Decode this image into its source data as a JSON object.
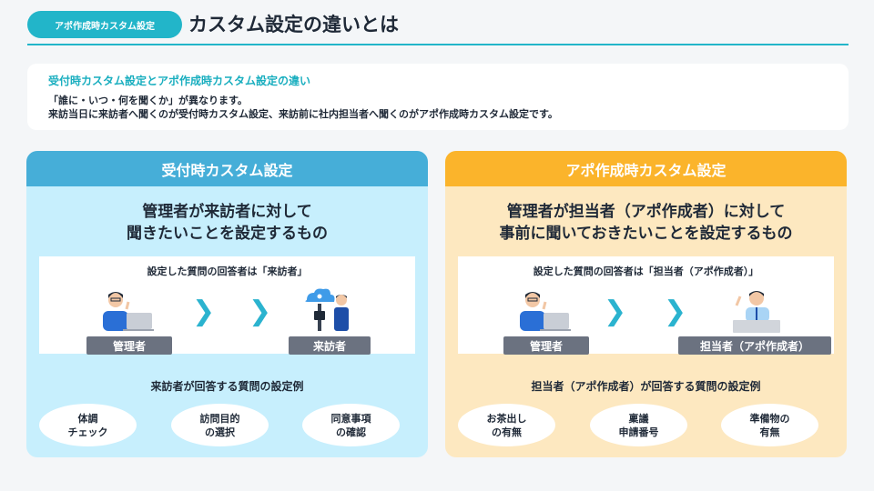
{
  "header": {
    "badge": "アポ作成時カスタム設定",
    "title": "カスタム設定の違いとは"
  },
  "intro": {
    "title": "受付時カスタム設定とアポ作成時カスタム設定の違い",
    "line1": "「誰に・いつ・何を聞くか」が異なります。",
    "line2": "来訪当日に来訪者へ聞くのが受付時カスタム設定、来訪前に社内担当者へ聞くのがアポ作成時カスタム設定です。"
  },
  "left_panel": {
    "heading": "受付時カスタム設定",
    "lead1": "管理者が来訪者に対して",
    "lead2": "聞きたいことを設定するもの",
    "respondent_label": "設定した質問の回答者は「来訪者」",
    "from_tag": "管理者",
    "to_tag": "来訪者",
    "example_label": "来訪者が回答する質問の設定例",
    "examples": [
      "体調\nチェック",
      "訪問目的\nの選択",
      "同意事項\nの確認"
    ]
  },
  "right_panel": {
    "heading": "アポ作成時カスタム設定",
    "lead1": "管理者が担当者（アポ作成者）に対して",
    "lead2": "事前に聞いておきたいことを設定するもの",
    "respondent_label": "設定した質問の回答者は「担当者（アポ作成者）」",
    "from_tag": "管理者",
    "to_tag": "担当者（アポ作成者）",
    "example_label": "担当者（アポ作成者）が回答する質問の設定例",
    "examples": [
      "お茶出し\nの有無",
      "稟議\n申請番号",
      "準備物の\n有無"
    ]
  },
  "colors": {
    "accent": "#22b5c9",
    "left_header": "#46aed8",
    "left_bg": "#c7effd",
    "right_header": "#fbb42b",
    "right_bg": "#fde8c0",
    "tag_bg": "#6b7280",
    "chevron": "#2bb3cf"
  },
  "icons": {
    "admin": "person-at-laptop-icon",
    "visitor": "person-at-tablet-icon",
    "staff": "person-at-desk-icon",
    "arrow": "chevron-right-icon"
  }
}
